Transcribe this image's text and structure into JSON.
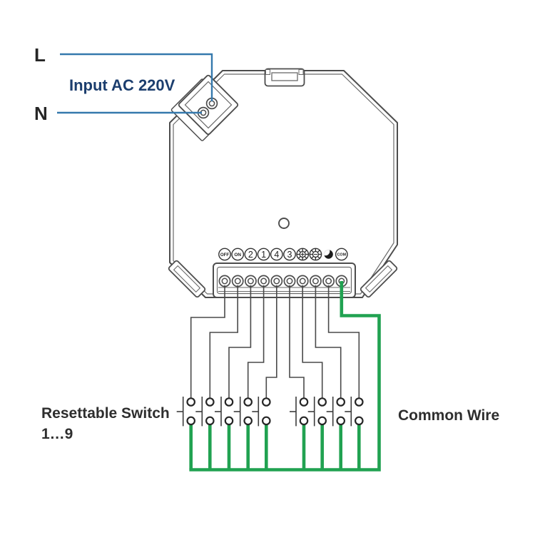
{
  "diagram": {
    "type": "wiring-diagram",
    "labels": {
      "live": "L",
      "neutral": "N",
      "input": "Input AC 220V",
      "resettable_switch_line1": "Resettable Switch",
      "resettable_switch_line2": "1…9",
      "common_wire": "Common Wire"
    },
    "device": {
      "input_terminal_count": 2,
      "output_terminal_count": 10,
      "switch_count": 9,
      "terminals": [
        {
          "id": "off",
          "label": "OFF"
        },
        {
          "id": "on",
          "label": "ON"
        },
        {
          "id": "ch2",
          "label": "2"
        },
        {
          "id": "ch1",
          "label": "1"
        },
        {
          "id": "ch4",
          "label": "4"
        },
        {
          "id": "ch3",
          "label": "3"
        },
        {
          "id": "brightness-up",
          "icon": "brightness-up-icon"
        },
        {
          "id": "brightness-down",
          "icon": "brightness-down-icon"
        },
        {
          "id": "night-mode",
          "icon": "night-mode-icon"
        },
        {
          "id": "com",
          "label": "COM"
        }
      ]
    },
    "colors": {
      "live_neutral_wire": "#3579ad",
      "common_wire": "#21a251",
      "switch_wire": "#4a4a4a",
      "device_outline": "#4d4d4d",
      "label_navy": "#1c3e6e",
      "label_dark": "#2b2b2b"
    }
  }
}
